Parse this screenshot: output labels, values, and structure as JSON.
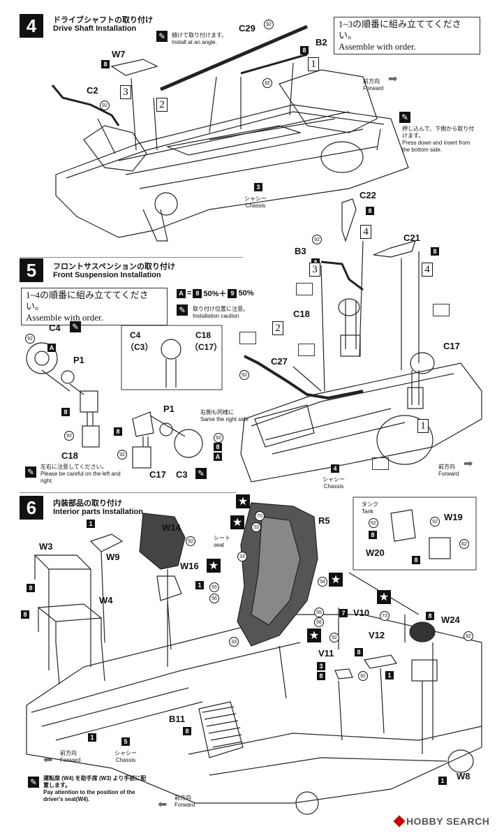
{
  "steps": {
    "s4": {
      "number": "4",
      "jp": "ドライブシャフトの取り付け",
      "en": "Drive Shaft Installation"
    },
    "s5": {
      "number": "5",
      "jp": "フロントサスペンションの取り付け",
      "en": "Front Suspension Installation"
    },
    "s6": {
      "number": "6",
      "jp": "内装部品の取り付け",
      "en": "Interior parts Installation"
    }
  },
  "notes": {
    "order13_jp": "1~3の順番に組み立ててください。",
    "order13_en": "Assemble with order.",
    "order14_jp": "1~4の順番に組み立ててください。",
    "order14_en": "Assemble with order.",
    "angle_jp": "傾けて取り付けます。",
    "angle_en": "Install at an angle.",
    "press_jp": "押し込んで、下側から取り付けます。",
    "press_en": "Press down and insert from the bottom side.",
    "pos_jp": "取り付け位置に注意。",
    "pos_en": "Installation caution",
    "careful_jp": "左右に注意してください。",
    "careful_en": "Please be careful on the left and right.",
    "same_jp": "右側も同様に",
    "same_en": "Same the right side",
    "seat_jp": "運転席 (W4) を助手席 (W3) より手前に配置します。",
    "seat_en": "Pay attention to the position of the driver's seat(W4).",
    "color_mix_a": "A",
    "color_mix_eq": "=",
    "color_mix_8": "8",
    "color_mix_p1": "50%＋",
    "color_mix_9": "9",
    "color_mix_p2": "50%"
  },
  "labels": {
    "forward_jp": "前方向",
    "forward_en": "Forward",
    "chassis_jp": "シャシー",
    "chassis_en": "Chassis",
    "seat_jp": "シート",
    "seat_en": "seat",
    "tank_jp": "タンク",
    "tank_en": "Tank"
  },
  "parts": {
    "C29": "C29",
    "B2": "B2",
    "W7": "W7",
    "C2": "C2",
    "C22": "C22",
    "C21": "C21",
    "B3": "B3",
    "C18": "C18",
    "C17": "C17",
    "C27": "C27",
    "C4": "C4",
    "P1": "P1",
    "C3": "C3",
    "C4b": "C4",
    "C3b": "（C3）",
    "C18b": "C18",
    "C17b": "（C17）",
    "R5": "R5",
    "W3": "W3",
    "W9": "W9",
    "W14": "W14",
    "W16": "W16",
    "W4": "W4",
    "V10": "V10",
    "V11": "V11",
    "V12": "V12",
    "W24": "W24",
    "W19": "W19",
    "W20": "W20",
    "B11": "B11",
    "W8": "W8"
  },
  "nums": {
    "n92": "92",
    "n8": "8",
    "n1": "1",
    "n3": "3",
    "n5": "5",
    "n4": "4",
    "n2": "2",
    "n7": "7",
    "n62": "62",
    "n33": "33",
    "c53": "53",
    "c54": "54",
    "c55": "55",
    "c56": "56",
    "c70": "70",
    "c73": "73",
    "A": "A"
  },
  "watermark": "HOBBY SEARCH"
}
